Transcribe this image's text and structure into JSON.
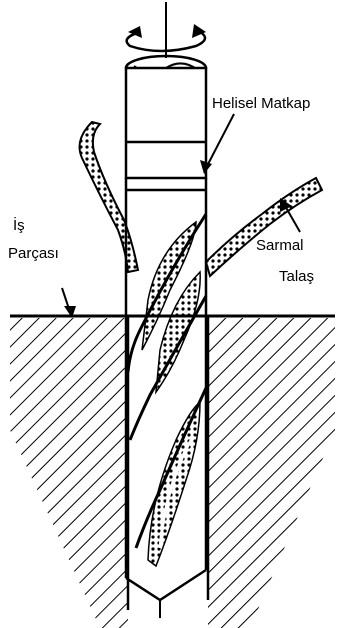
{
  "labels": {
    "drill": "Helisel Matkap",
    "workpiece_line1": "İş",
    "workpiece_line2": "Parçası",
    "chip_line1": "Sarmal",
    "chip_line2": "Talaş"
  },
  "colors": {
    "ink": "#000000",
    "paper": "#ffffff"
  },
  "icons": {
    "rotation": "rotation-arrow-icon"
  }
}
